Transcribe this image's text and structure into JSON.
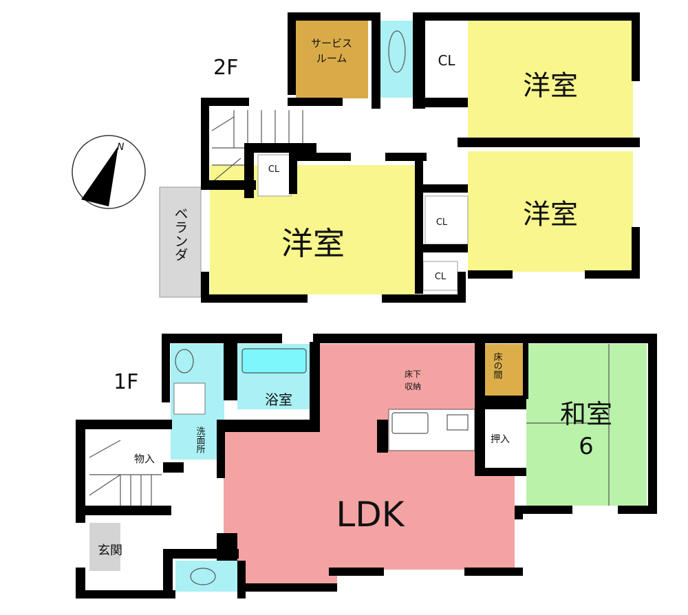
{
  "floor2": {
    "floor_label": "2F",
    "service_room": [
      "サービス",
      "ルーム"
    ],
    "western_room_top": "洋室",
    "western_room_right": "洋室",
    "western_room_left": "洋室",
    "closets": [
      "CL",
      "CL",
      "CL",
      "CL"
    ],
    "veranda": "ベランダ"
  },
  "floor1": {
    "floor_label": "1F",
    "washroom": "洗面所",
    "bathroom": "浴室",
    "underfloor_storage": [
      "床下",
      "収納"
    ],
    "tokonoma": "床の間",
    "oshiire": "押入",
    "japanese_room": [
      "和室",
      "6"
    ],
    "ldk": "LDK",
    "storage": "物入",
    "entrance": "玄関"
  },
  "compass": {
    "label": "N"
  },
  "colors": {
    "western_room": "#f8f68c",
    "service_room": "#d9ab48",
    "wet_area": "#aaf0f4",
    "ldk": "#f4a3a3",
    "japanese_room": "#b9f2a9",
    "tokonoma": "#dcae4a",
    "veranda": "#d8d8d8",
    "entrance": "#d4d4d4"
  }
}
